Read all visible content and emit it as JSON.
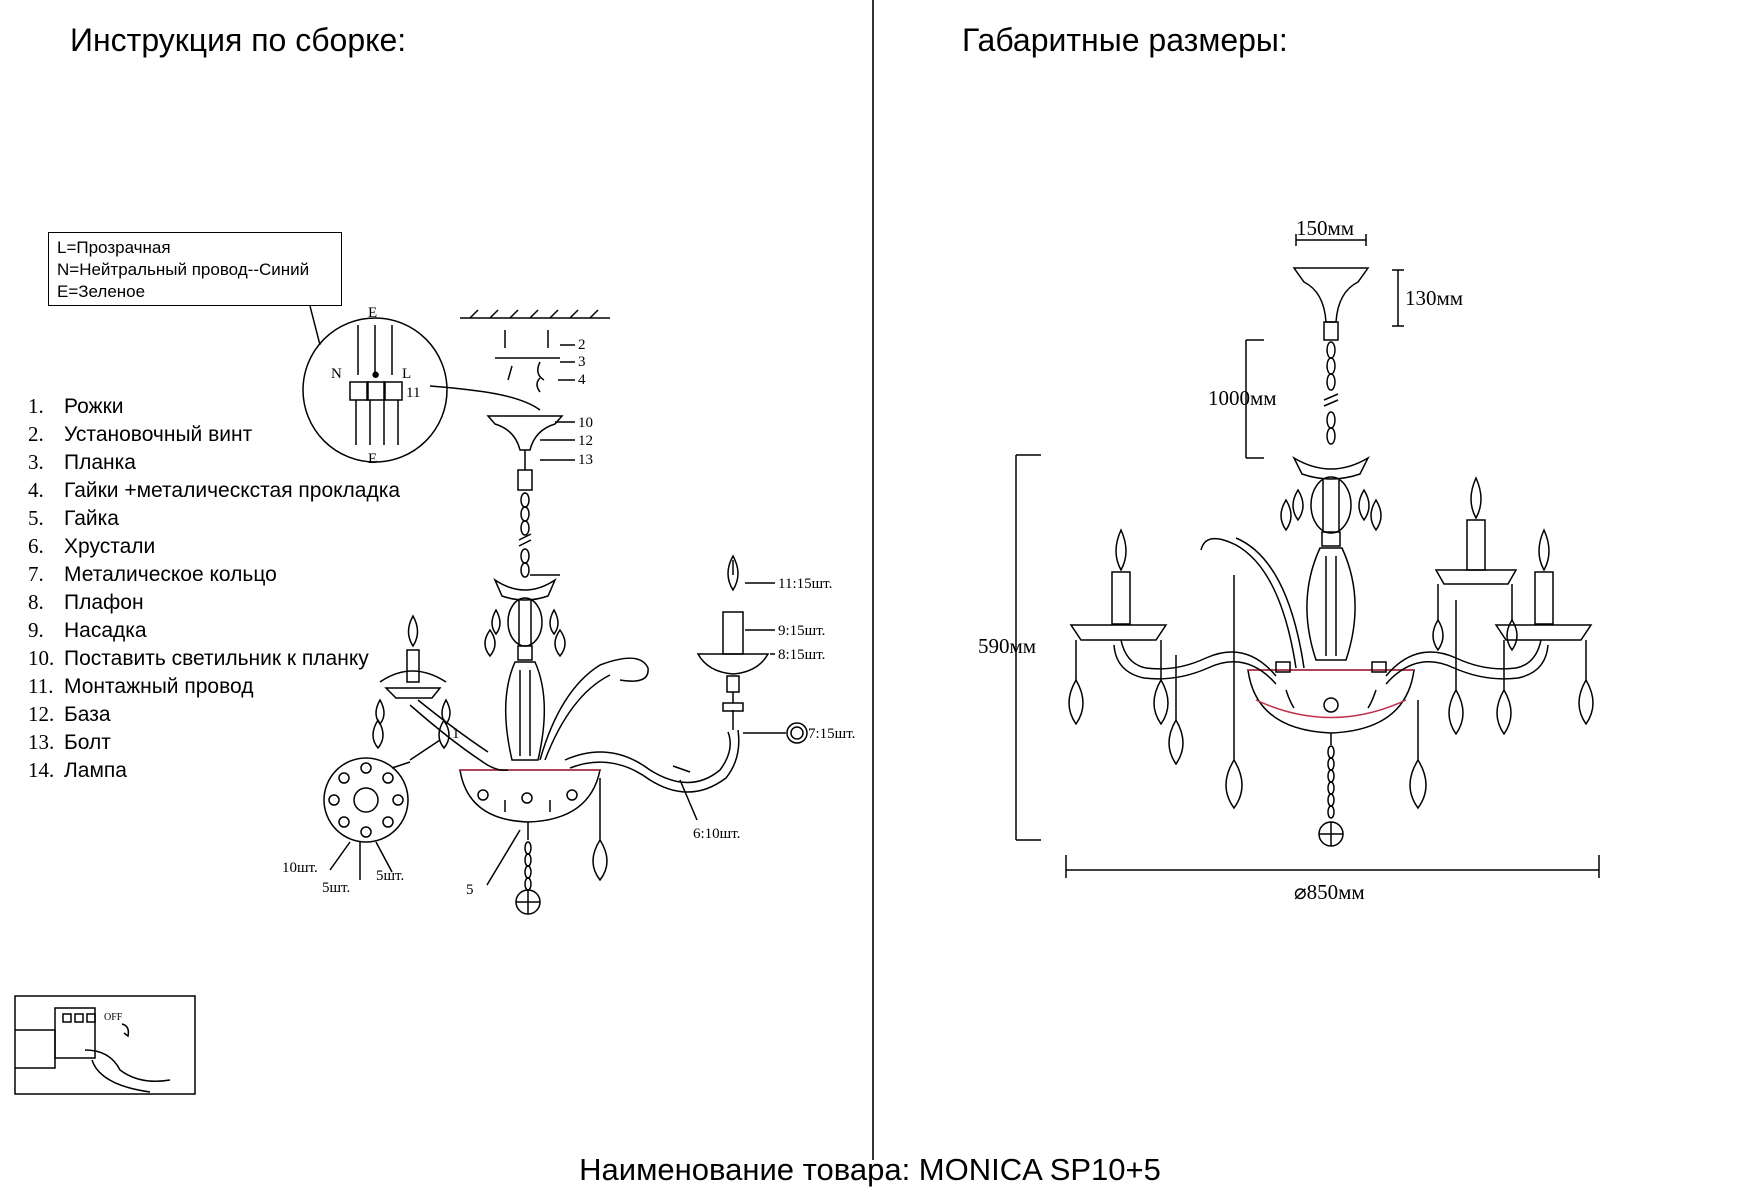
{
  "left_title": "Инструкция по сборке:",
  "right_title": "Габаритные размеры:",
  "product": "Наименование товара: MONICA SP10+5",
  "legend": [
    "L=Прозрачная",
    "N=Нейтральный провод--Синий",
    "E=Зеленое"
  ],
  "parts": [
    {
      "n": "1.",
      "label": "Рожки"
    },
    {
      "n": "2.",
      "label": "Установочный винт"
    },
    {
      "n": "3.",
      "label": "Планка"
    },
    {
      "n": "4.",
      "label": "Гайки +металическстая прокладка"
    },
    {
      "n": "5.",
      "label": "Гайка"
    },
    {
      "n": "6.",
      "label": "Хрустали"
    },
    {
      "n": "7.",
      "label": "Металическое кольцо"
    },
    {
      "n": "8.",
      "label": "Плафон"
    },
    {
      "n": "9.",
      "label": "Насадка"
    },
    {
      "n": "10.",
      "label": "Поставить светильник к планку"
    },
    {
      "n": "11.",
      "label": "Монтажный провод"
    },
    {
      "n": "12.",
      "label": "База"
    },
    {
      "n": "13.",
      "label": "Болт"
    },
    {
      "n": "14.",
      "label": "Лампа"
    }
  ],
  "callouts": {
    "c11": "11:15шт.",
    "c9": "9:15шт.",
    "c8": "8:15шт.",
    "c7": "7:15шт.",
    "c6": "6:10шт.",
    "c5": "5",
    "c1": "1",
    "c10pcs": "10шт.",
    "c5pcs_a": "5шт.",
    "c5pcs_b": "5шт.",
    "n2": "2",
    "n3": "3",
    "n4": "4",
    "n10": "10",
    "n12": "12",
    "n13": "13",
    "e_top": "E",
    "e_bottom": "E",
    "n11": "11",
    "term_n": "N",
    "term_l": "L",
    "off": "OFF"
  },
  "dimensions": {
    "canopy_width": "150мм",
    "canopy_height": "130мм",
    "chain_length": "1000мм",
    "height": "590мм",
    "diameter": "⌀850мм"
  }
}
